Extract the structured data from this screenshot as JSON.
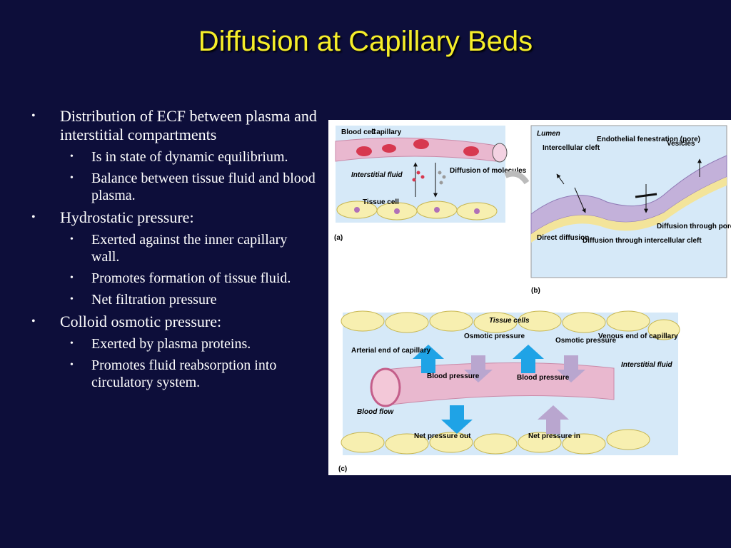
{
  "slide": {
    "title": "Diffusion at Capillary Beds",
    "bullets": [
      {
        "text": "Distribution of ECF between plasma and interstitial compartments",
        "sub": [
          "Is in state of dynamic equilibrium.",
          "Balance between tissue fluid and blood plasma."
        ]
      },
      {
        "text": "Hydrostatic pressure:",
        "sub": [
          "Exerted against the inner capillary wall.",
          "Promotes formation of tissue fluid.",
          "Net filtration pressure"
        ]
      },
      {
        "text": "Colloid osmotic pressure:",
        "sub": [
          "Exerted by plasma proteins.",
          "Promotes fluid reabsorption into circulatory system."
        ]
      }
    ]
  },
  "figure": {
    "a": {
      "tag": "(a)",
      "blood_cell": "Blood cell",
      "capillary": "Capillary",
      "interstitial_fluid": "Interstitial fluid",
      "diffusion": "Diffusion of molecules",
      "tissue_cell": "Tissue cell"
    },
    "b": {
      "tag": "(b)",
      "lumen": "Lumen",
      "intercellular_cleft": "Intercellular cleft",
      "fenestration": "Endothelial fenestration (pore)",
      "vesicles": "Vesicles",
      "direct_diffusion": "Direct diffusion",
      "diffusion_cleft": "Diffusion through intercellular cleft",
      "diffusion_pore": "Diffusion through pore"
    },
    "c": {
      "tag": "(c)",
      "tissue_cells": "Tissue cells",
      "osmotic_left": "Osmotic pressure",
      "osmotic_right": "Osmotic pressure",
      "venous": "Venous end of capillary",
      "arterial": "Arterial end of capillary",
      "interstitial": "Interstitial fluid",
      "bp_left": "Blood pressure",
      "bp_right": "Blood pressure",
      "blood_flow": "Blood flow",
      "net_out": "Net pressure out",
      "net_in": "Net pressure in"
    }
  },
  "colors": {
    "background": "#0d0e3a",
    "title": "#f6ee2a",
    "text": "#ffffff",
    "panel_bg": "#d6e9f8",
    "capillary": "#e9b8cf",
    "tissue": "#f7efb0",
    "arrow_blue": "#1fa3e6",
    "arrow_purple": "#b9a6cf"
  }
}
